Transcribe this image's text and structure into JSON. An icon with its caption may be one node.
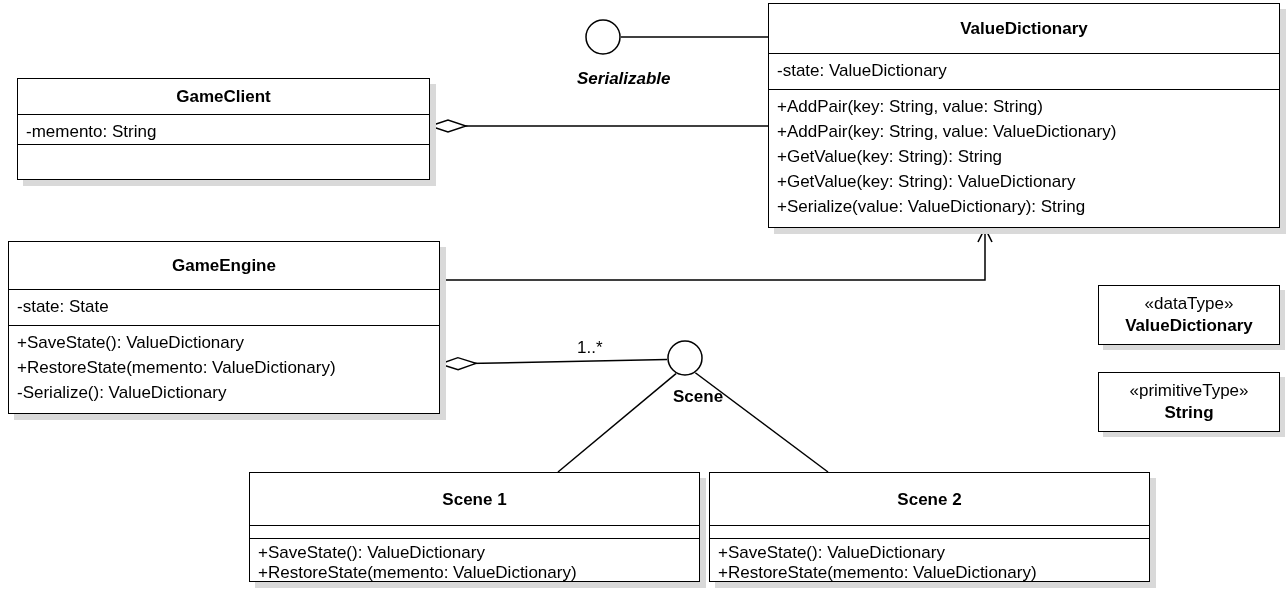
{
  "diagram": {
    "nodes": [
      {
        "text": [
          "GameClient",
          "-memento: String"
        ]
      },
      {
        "text": [],
        "shape": "circle",
        "beside": [
          "Serializable"
        ]
      },
      {
        "text": [
          "ValueDictionary",
          "-state: ValueDictionary",
          "+AddPair(key: String, value: String)",
          "+AddPair(key: String, value: ValueDictionary)",
          "+GetValue(key: String): String",
          "+GetValue(key: String): ValueDictionary",
          "+Serialize(value: ValueDictionary): String"
        ]
      },
      {
        "text": [
          "GameEngine",
          "-state: State",
          "+SaveState(): ValueDictionary",
          "+RestoreState(memento: ValueDictionary)",
          "-Serialize(): ValueDictionary"
        ]
      },
      {
        "text": [
          "«dataType»",
          "ValueDictionary"
        ]
      },
      {
        "text": [
          "«primitiveType»",
          "String"
        ]
      },
      {
        "text": [],
        "shape": "circle",
        "beside": [
          "Scene"
        ]
      },
      {
        "text": [
          "Scene 1",
          "+SaveState(): ValueDictionary",
          "+RestoreState(memento: ValueDictionary)"
        ]
      },
      {
        "text": [
          "Scene 2",
          "+SaveState(): ValueDictionary",
          "+RestoreState(memento: ValueDictionary)"
        ]
      }
    ],
    "edges": [
      {
        "from": 2,
        "to": 1,
        "arrow": "none"
      },
      {
        "from": 0,
        "to": 2,
        "arrow": "other"
      },
      {
        "from": 3,
        "to": 2,
        "arrow": "to"
      },
      {
        "from": 3,
        "to": 6,
        "arrow": "other",
        "label": "1..*"
      },
      {
        "from": 6,
        "to": 7,
        "arrow": "none"
      },
      {
        "from": 6,
        "to": 8,
        "arrow": "none"
      }
    ]
  }
}
